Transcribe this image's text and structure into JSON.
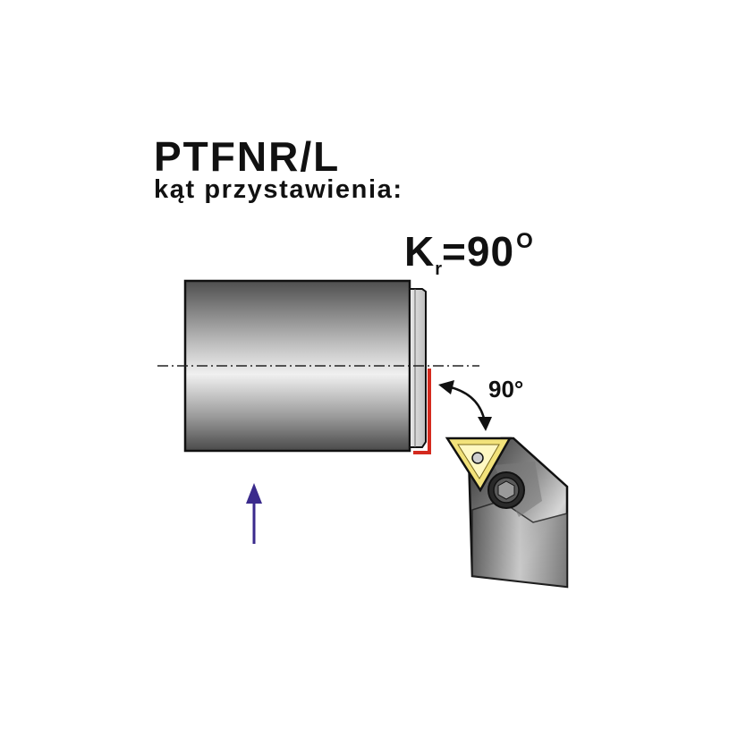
{
  "title": "PTFNR/L",
  "subtitle": "kąt przystawienia:",
  "kr": {
    "symbol": "K",
    "subscript": "r",
    "equals_value": "=90",
    "degree_mark": "O"
  },
  "angle_label": "90°",
  "colors": {
    "workpiece_dark": "#5a5a5a",
    "workpiece_light": "#e6e6e6",
    "cut_edge": "#d42a1e",
    "feed_arrow": "#3a2a8c",
    "insert_yellow": "#f2e27a",
    "holder_dark": "#3a3a3a"
  },
  "icons": [
    "feed-direction-arrow-icon",
    "insert-screw-icon",
    "angle-arc-arrow-icon"
  ]
}
